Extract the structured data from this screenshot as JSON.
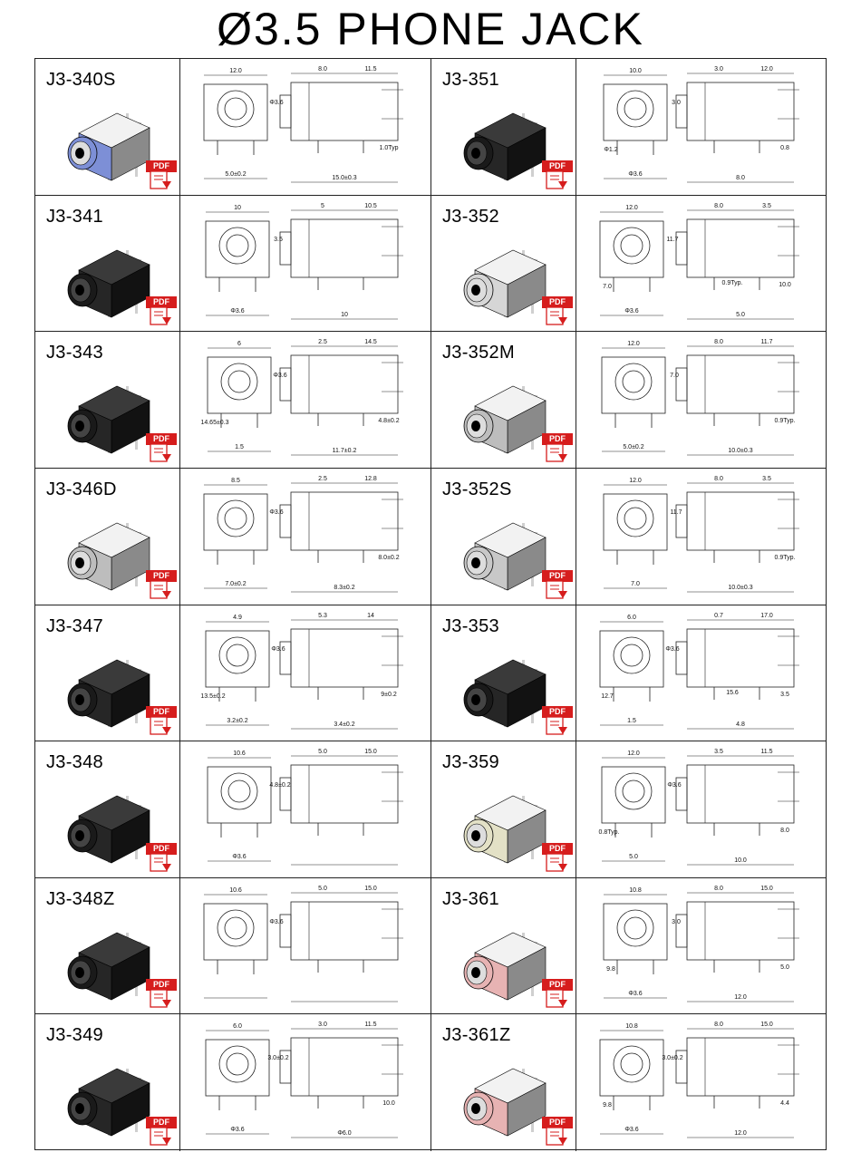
{
  "title": "Ø3.5 PHONE JACK",
  "pdf_label": "PDF",
  "rows": [
    {
      "left": {
        "model": "J3-340S",
        "color": "#7d8fd6",
        "dims": [
          "12.0",
          "8.0",
          "11.5",
          "Φ3.6",
          "5.0±0.2",
          "15.0±0.3",
          "1.0Typ"
        ]
      },
      "right": {
        "model": "J3-351",
        "color": "#111111",
        "dims": [
          "10.0",
          "3.0",
          "12.0",
          "3.0",
          "Φ3.6",
          "8.0",
          "0.8",
          "Φ1.2"
        ]
      }
    },
    {
      "left": {
        "model": "J3-341",
        "color": "#1c1c1c",
        "dims": [
          "10",
          "5",
          "10.5",
          "3.5",
          "Φ3.6",
          "10"
        ]
      },
      "right": {
        "model": "J3-352",
        "color": "#d6d6d6",
        "dims": [
          "12.0",
          "8.0",
          "3.5",
          "11.7",
          "Φ3.6",
          "5.0",
          "10.0",
          "7.0",
          "0.9Typ."
        ]
      }
    },
    {
      "left": {
        "model": "J3-343",
        "color": "#1c1c1c",
        "dims": [
          "6",
          "2.5",
          "14.5",
          "Φ3.6",
          "1.5",
          "11.7±0.2",
          "4.8±0.2",
          "14.65±0.3"
        ]
      },
      "right": {
        "model": "J3-352M",
        "color": "#bdbdbd",
        "dims": [
          "12.0",
          "8.0",
          "11.7",
          "7.0",
          "5.0±0.2",
          "10.0±0.3",
          "0.9Typ."
        ]
      }
    },
    {
      "left": {
        "model": "J3-346D",
        "color": "#bdbdbd",
        "dims": [
          "8.5",
          "2.5",
          "12.8",
          "Φ3.6",
          "7.0±0.2",
          "8.3±0.2",
          "8.0±0.2"
        ]
      },
      "right": {
        "model": "J3-352S",
        "color": "#c8c8c8",
        "dims": [
          "12.0",
          "8.0",
          "3.5",
          "11.7",
          "7.0",
          "10.0±0.3",
          "0.9Typ."
        ]
      }
    },
    {
      "left": {
        "model": "J3-347",
        "color": "#1c1c1c",
        "dims": [
          "4.9",
          "5.3",
          "14",
          "Φ3.6",
          "3.2±0.2",
          "3.4±0.2",
          "9±0.2",
          "13.5±0.2"
        ]
      },
      "right": {
        "model": "J3-353",
        "color": "#1c1c1c",
        "dims": [
          "6.0",
          "0.7",
          "17.0",
          "Φ3.6",
          "1.5",
          "4.8",
          "3.5",
          "12.7",
          "15.6"
        ]
      }
    },
    {
      "left": {
        "model": "J3-348",
        "color": "#1c1c1c",
        "dims": [
          "10.6",
          "5.0",
          "15.0",
          "4.8±0.2",
          "Φ3.6"
        ]
      },
      "right": {
        "model": "J3-359",
        "color": "#e3e1c6",
        "dims": [
          "12.0",
          "3.5",
          "11.5",
          "Φ3.6",
          "5.0",
          "10.0",
          "8.0",
          "0.8Typ."
        ]
      }
    },
    {
      "left": {
        "model": "J3-348Z",
        "color": "#1c1c1c",
        "dims": [
          "10.6",
          "5.0",
          "15.0",
          "Φ3.6"
        ]
      },
      "right": {
        "model": "J3-361",
        "color": "#e7b3b3",
        "dims": [
          "10.8",
          "8.0",
          "15.0",
          "3.0",
          "Φ3.6",
          "12.0",
          "5.0",
          "9.8"
        ]
      }
    },
    {
      "left": {
        "model": "J3-349",
        "color": "#1c1c1c",
        "dims": [
          "6.0",
          "3.0",
          "11.5",
          "3.0±0.2",
          "Φ3.6",
          "Φ6.0",
          "10.0"
        ]
      },
      "right": {
        "model": "J3-361Z",
        "color": "#e7b3b3",
        "dims": [
          "10.8",
          "8.0",
          "15.0",
          "3.0±0.2",
          "Φ3.6",
          "12.0",
          "4.4",
          "9.8"
        ]
      }
    }
  ]
}
